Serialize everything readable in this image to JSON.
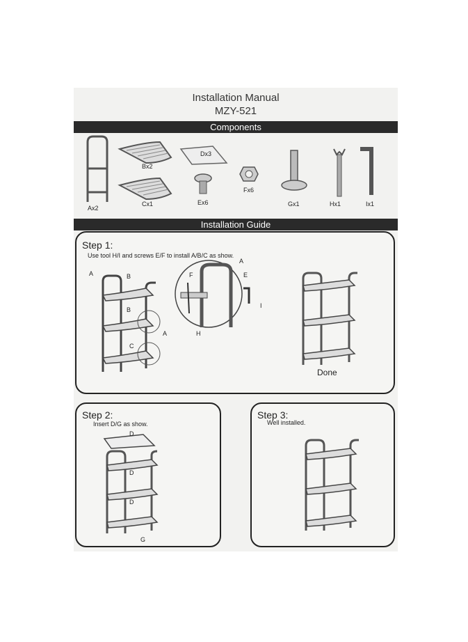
{
  "header": {
    "title": "Installation Manual",
    "model": "MZY-521"
  },
  "components": {
    "bar_label": "Components",
    "parts": [
      {
        "name": "frame",
        "label": "Ax2"
      },
      {
        "name": "shelf-b",
        "label": "Bx2"
      },
      {
        "name": "shelf-c",
        "label": "Cx1"
      },
      {
        "name": "panel-d",
        "label": "Dx3"
      },
      {
        "name": "screw-e",
        "label": "Ex6"
      },
      {
        "name": "nut-f",
        "label": "Fx6"
      },
      {
        "name": "foot-g",
        "label": "Gx1"
      },
      {
        "name": "wrench-h",
        "label": "Hx1"
      },
      {
        "name": "allen-key-i",
        "label": "Ix1"
      }
    ]
  },
  "guide": {
    "bar_label": "Installation Guide",
    "step1": {
      "title": "Step 1:",
      "desc": "Use tool H/I and screws E/F to install A/B/C as show.",
      "callouts": [
        "A",
        "B",
        "B",
        "C",
        "A",
        "A",
        "E",
        "F",
        "H",
        "I"
      ],
      "done_label": "Done"
    },
    "step2": {
      "title": "Step 2:",
      "desc": "Insert D/G as show.",
      "callouts": [
        "D",
        "D",
        "D",
        "G"
      ]
    },
    "step3": {
      "title": "Step 3:",
      "desc": "Well installed."
    }
  }
}
